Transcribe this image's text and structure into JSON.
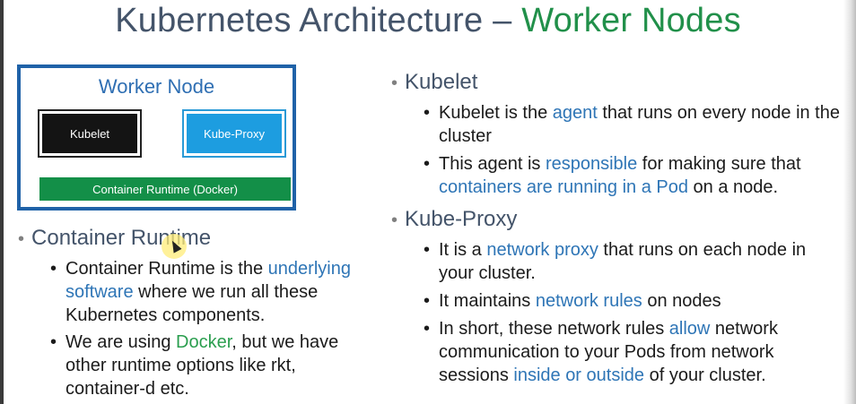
{
  "title": {
    "main": "Kubernetes Architecture – ",
    "accent": "Worker Nodes"
  },
  "diagram": {
    "box_title": "Worker Node",
    "kubelet": "Kubelet",
    "kube_proxy": "Kube-Proxy",
    "runtime": "Container Runtime (Docker)"
  },
  "container_runtime": {
    "heading": "Container Runtime",
    "p1": {
      "a": "Container Runtime is the ",
      "b": "underlying",
      "c": "software",
      "d": " where we run all these Kubernetes components."
    },
    "p2": {
      "a": "We are using ",
      "b": "Docker",
      "c": ", but we have other runtime options like rkt, container-d etc."
    }
  },
  "kubelet": {
    "heading": "Kubelet",
    "p1": {
      "a": "Kubelet is the ",
      "b": "agent",
      "c": " that runs on every node in the cluster"
    },
    "p2": {
      "a": "This agent is ",
      "b": "responsible",
      "c": " for making sure that ",
      "d": "containers are running in a Pod",
      "e": " on a node."
    }
  },
  "kube_proxy": {
    "heading": "Kube-Proxy",
    "p1": {
      "a": "It is a ",
      "b": "network proxy",
      "c": " that runs on each node in your cluster."
    },
    "p2": {
      "a": "It maintains ",
      "b": "network rules",
      "c": " on nodes"
    },
    "p3": {
      "a": "In short, these network rules ",
      "b": "allow",
      "c": " network communication to your Pods from network sessions ",
      "d": "inside or outside",
      "e": " of your cluster."
    }
  },
  "colors": {
    "title": "#44546a",
    "accent": "#21904a",
    "highlight_blue": "#2e75b6",
    "highlight_green": "#2a9e4e"
  }
}
